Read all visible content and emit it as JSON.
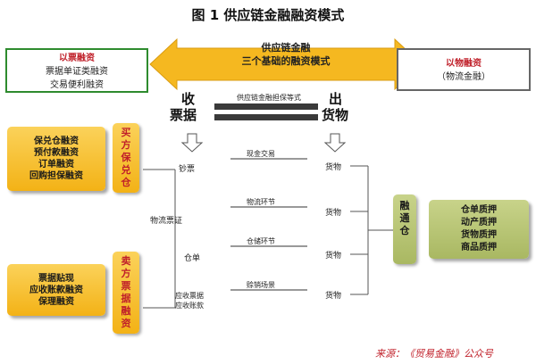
{
  "title": "图 1   供应链金融融资模式",
  "left_top_box": {
    "head": "以票融资",
    "lines": [
      "票据单证类融资",
      "交易便利融资"
    ]
  },
  "right_top_box": {
    "head": "以物融资",
    "lines": [
      "（物流金融）"
    ]
  },
  "center_arrow": {
    "lines": [
      "供应链金融",
      "三个基础的融资模式"
    ]
  },
  "receive_bills": [
    "收",
    "票据"
  ],
  "ship_goods": [
    "出",
    "货物"
  ],
  "equal_label": "供应链金融担保等式",
  "left_upper_box": {
    "lines": [
      "保兑仓融资",
      "预付款融资",
      "订单融资",
      "回购担保融资"
    ],
    "tab": [
      "买",
      "方",
      "保",
      "兑",
      "仓"
    ]
  },
  "left_lower_box": {
    "lines": [
      "票据贴现",
      "应收账款融资",
      "保理融资"
    ],
    "tab": [
      "卖",
      "方",
      "票",
      "据",
      "融",
      "资"
    ]
  },
  "right_box": {
    "lines": [
      "仓单质押",
      "动产质押",
      "货物质押",
      "商品质押"
    ],
    "tab": [
      "融",
      "通",
      "仓"
    ]
  },
  "rows": [
    {
      "left": "钞票",
      "center": "现金交易",
      "right": "货物"
    },
    {
      "left": "物流票证",
      "center": "物流环节",
      "right": "货物"
    },
    {
      "left": "仓单",
      "center": "仓储环节",
      "right": "货物"
    },
    {
      "left": "应收票据",
      "left2": "应收账款",
      "center": "赊销场景",
      "right": "货物"
    }
  ],
  "source": "来源：《贸易金融》公众号"
}
